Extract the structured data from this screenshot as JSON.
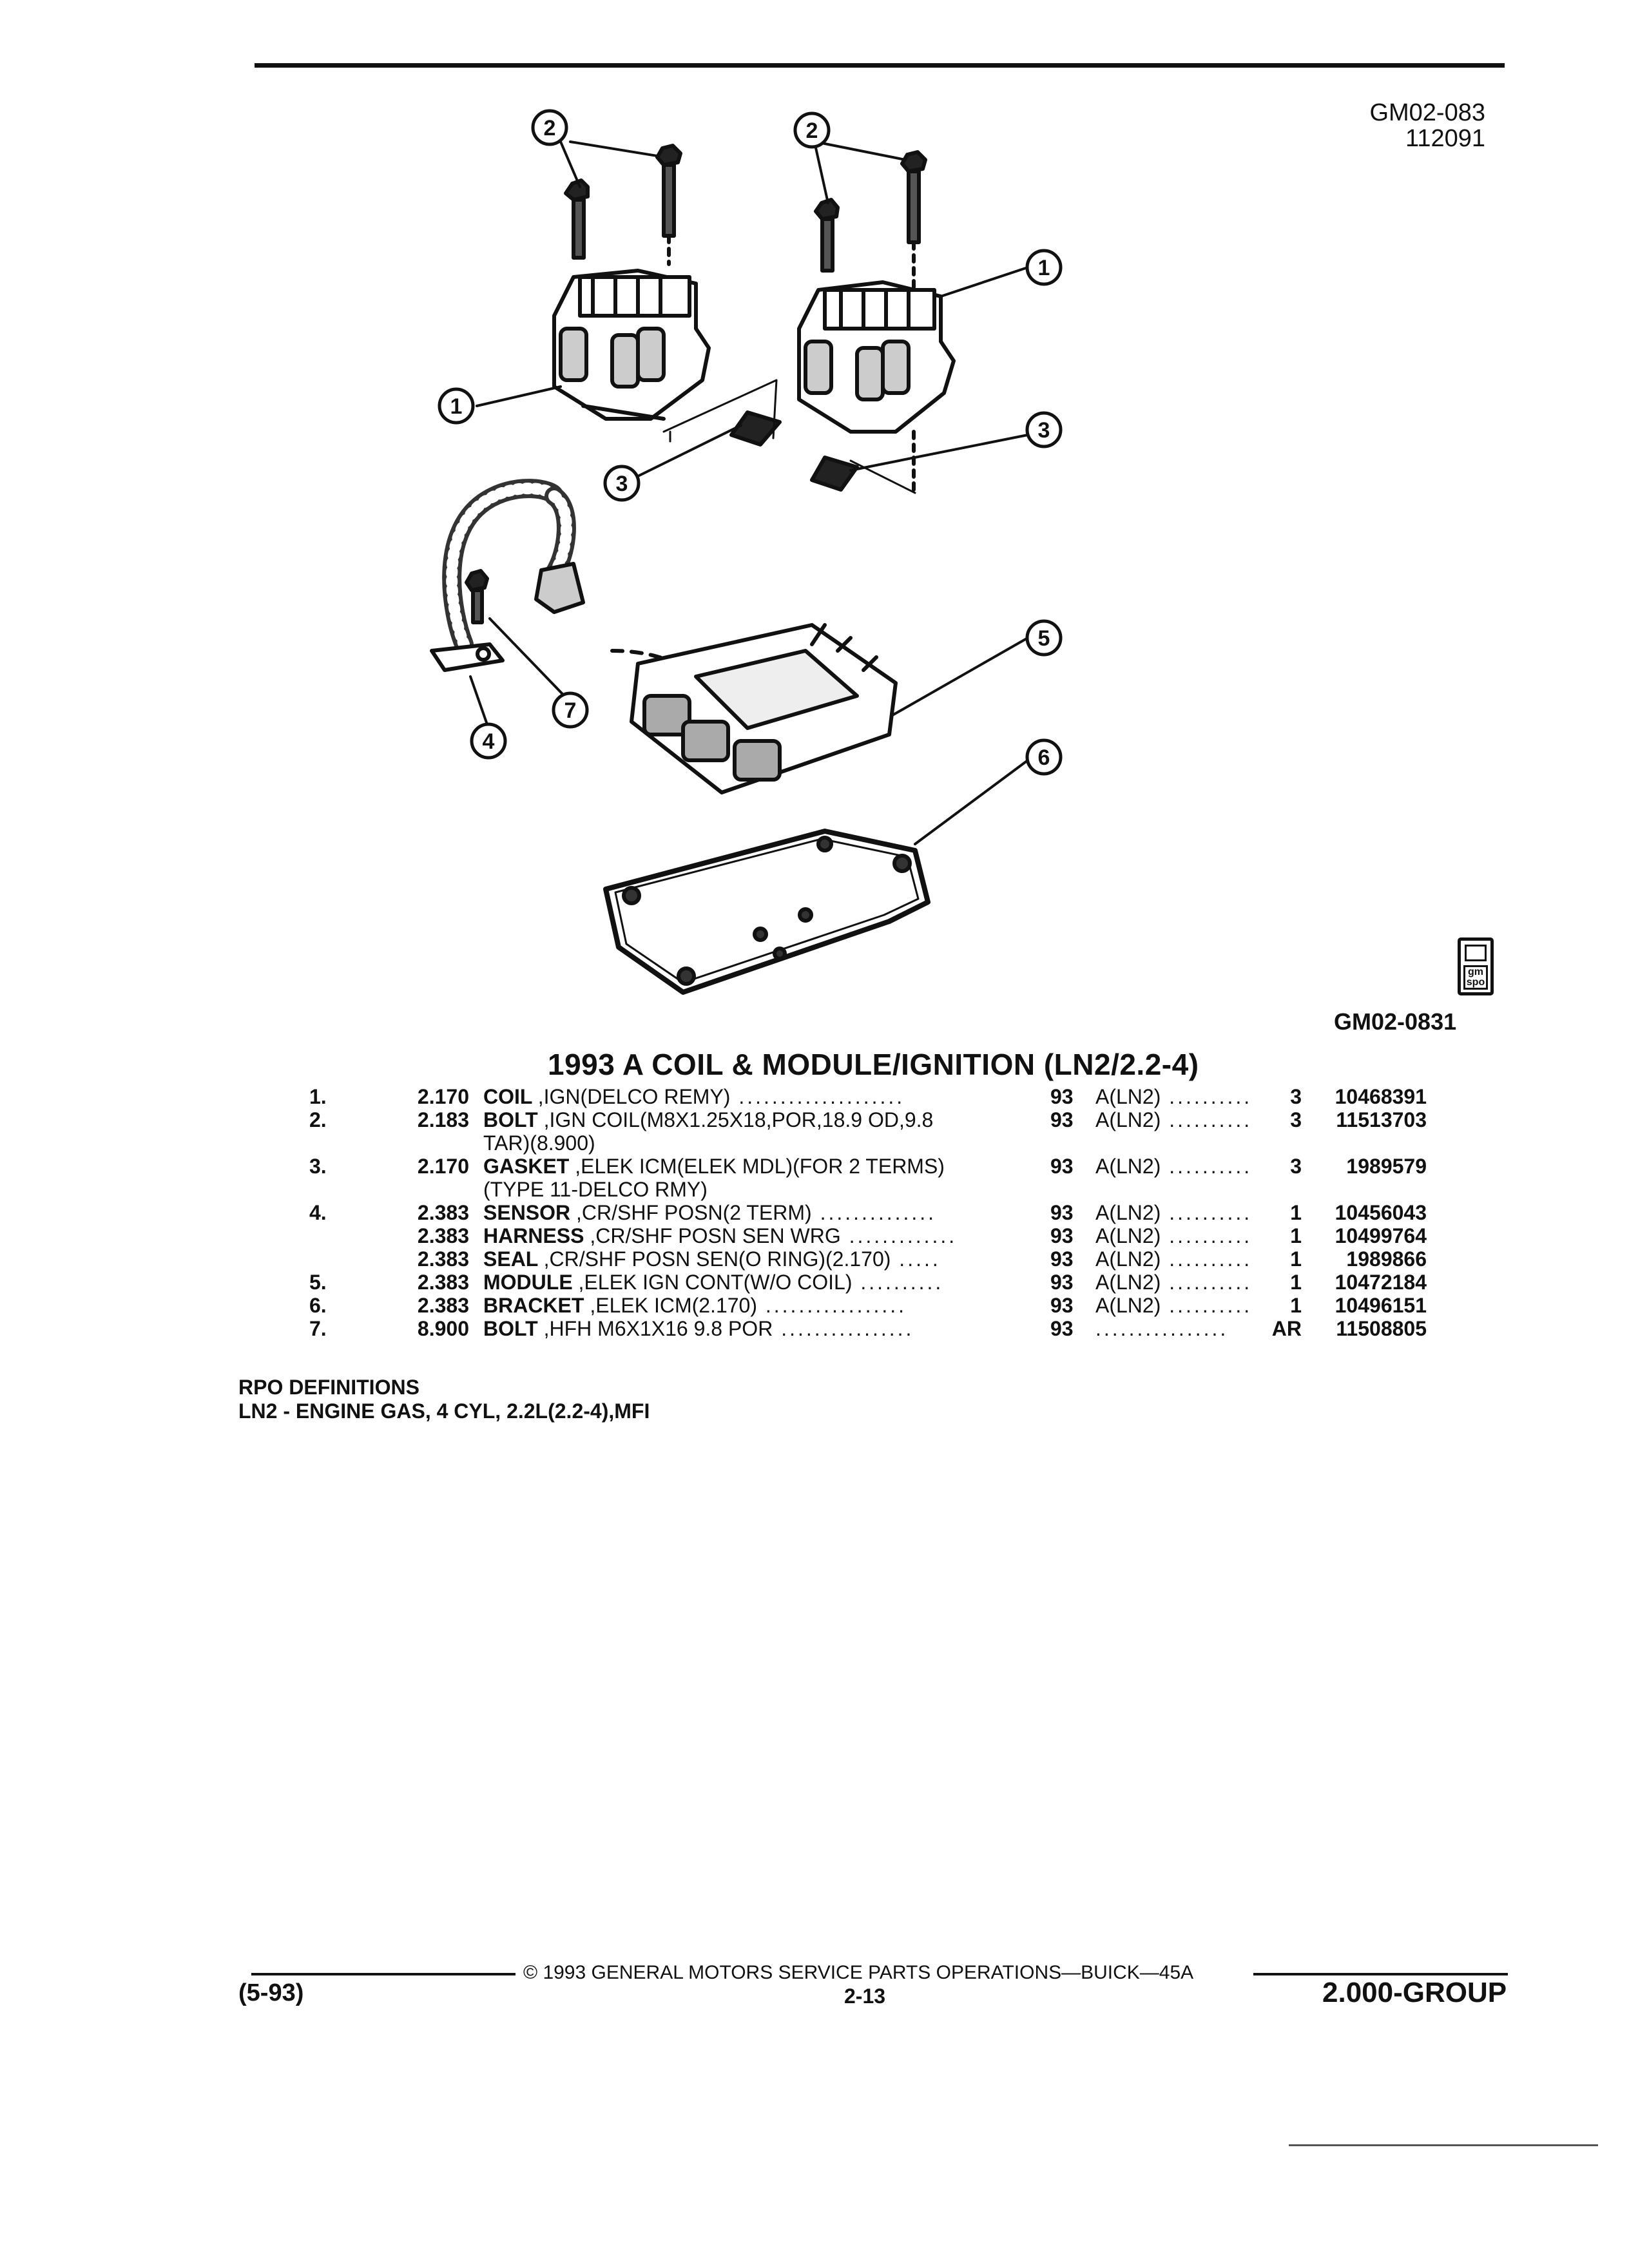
{
  "header": {
    "fig_code": "GM02-083",
    "fig_date": "112091"
  },
  "diagram": {
    "callouts": [
      "1",
      "2",
      "3",
      "4",
      "5",
      "6",
      "7"
    ],
    "caption": "GM02-0831",
    "logo_text": "gm spo"
  },
  "section": {
    "title": "1993 A COIL & MODULE/IGNITION (LN2/2.2-4)"
  },
  "parts": [
    {
      "item": "1.",
      "group": "2.170",
      "name": "COIL",
      "detail": ",IGN(DELCO REMY)",
      "cont": "",
      "year": "93",
      "applic": "A(LN2)",
      "qty": "3",
      "part": "10468391"
    },
    {
      "item": "2.",
      "group": "2.183",
      "name": "BOLT",
      "detail": ",IGN COIL(M8X1.25X18,POR,18.9 OD,9.8",
      "cont": "TAR)(8.900)",
      "year": "93",
      "applic": "A(LN2)",
      "qty": "3",
      "part": "11513703"
    },
    {
      "item": "3.",
      "group": "2.170",
      "name": "GASKET",
      "detail": ",ELEK ICM(ELEK MDL)(FOR 2 TERMS)",
      "cont": "(TYPE 11-DELCO RMY)",
      "year": "93",
      "applic": "A(LN2)",
      "qty": "3",
      "part": "1989579"
    },
    {
      "item": "4.",
      "group": "2.383",
      "name": "SENSOR",
      "detail": ",CR/SHF POSN(2 TERM)",
      "cont": "",
      "year": "93",
      "applic": "A(LN2)",
      "qty": "1",
      "part": "10456043"
    },
    {
      "item": "",
      "group": "2.383",
      "name": "HARNESS",
      "detail": ",CR/SHF POSN SEN WRG",
      "cont": "",
      "year": "93",
      "applic": "A(LN2)",
      "qty": "1",
      "part": "10499764"
    },
    {
      "item": "",
      "group": "2.383",
      "name": "SEAL",
      "detail": ",CR/SHF POSN SEN(O RING)(2.170)",
      "cont": "",
      "year": "93",
      "applic": "A(LN2)",
      "qty": "1",
      "part": "1989866"
    },
    {
      "item": "5.",
      "group": "2.383",
      "name": "MODULE",
      "detail": ",ELEK IGN CONT(W/O COIL)",
      "cont": "",
      "year": "93",
      "applic": "A(LN2)",
      "qty": "1",
      "part": "10472184"
    },
    {
      "item": "6.",
      "group": "2.383",
      "name": "BRACKET",
      "detail": ",ELEK ICM(2.170)",
      "cont": "",
      "year": "93",
      "applic": "A(LN2)",
      "qty": "1",
      "part": "10496151"
    },
    {
      "item": "7.",
      "group": "8.900",
      "name": "BOLT",
      "detail": ",HFH M6X1X16 9.8 POR",
      "cont": "",
      "year": "93",
      "applic": "",
      "qty": "AR",
      "part": "11508805"
    }
  ],
  "rpo": {
    "heading": "RPO DEFINITIONS",
    "definition": "LN2 - ENGINE GAS, 4 CYL, 2.2L(2.2-4),MFI"
  },
  "footer": {
    "left": "(5-93)",
    "copyright": "© 1993 GENERAL MOTORS SERVICE PARTS OPERATIONS—BUICK—45A",
    "page": "2-13",
    "right": "2.000-GROUP"
  }
}
